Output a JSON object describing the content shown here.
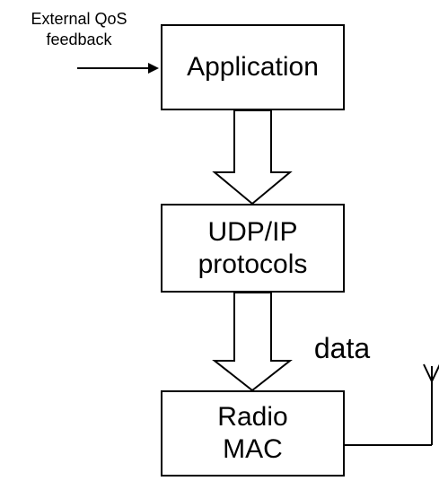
{
  "diagram": {
    "external_feedback": {
      "line1": "External QoS",
      "line2": "feedback"
    },
    "blocks": {
      "application": "Application",
      "udp_ip_line1": "UDP/IP",
      "udp_ip_line2": "protocols",
      "radio_mac_line1": "Radio",
      "radio_mac_line2": "MAC"
    },
    "data_label": "data"
  }
}
